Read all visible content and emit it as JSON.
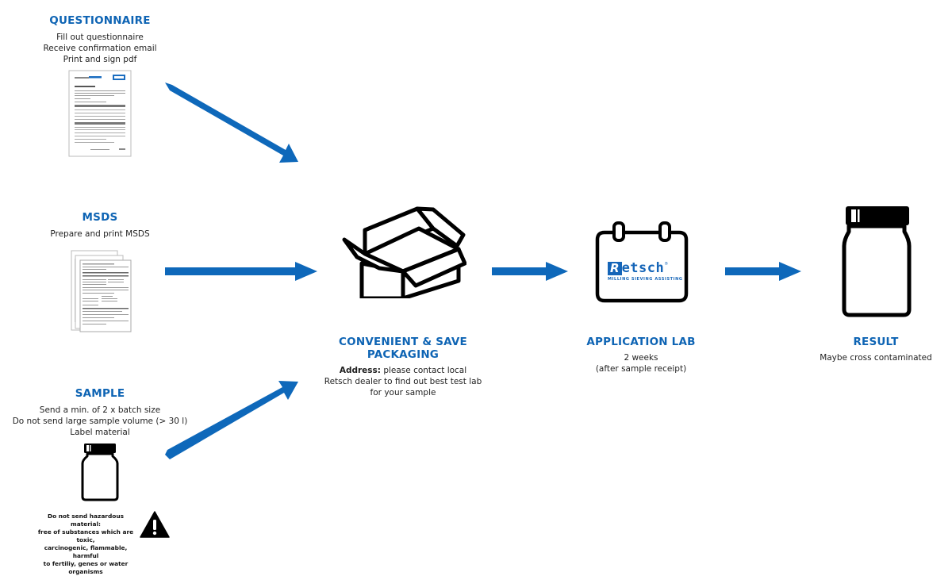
{
  "colors": {
    "accent": "#0e64b4",
    "arrow": "#0e68ba",
    "icon": "#000000"
  },
  "steps": {
    "questionnaire": {
      "title": "QUESTIONNAIRE",
      "lines": [
        "Fill out questionnaire",
        "Receive confirmation email",
        "Print and sign pdf"
      ],
      "icon": "questionnaire-document-icon"
    },
    "msds": {
      "title": "MSDS",
      "lines": [
        "Prepare and print MSDS"
      ],
      "icon": "msds-documents-icon"
    },
    "sample": {
      "title": "SAMPLE",
      "lines": [
        "Send a min. of 2 x batch size",
        "Do not send large sample volume (> 30 l)",
        "Label material"
      ],
      "icon": "sample-jar-icon",
      "warning": {
        "lines": [
          "Do not send hazardous material:",
          "free of substances which are toxic,",
          "carcinogenic, flammable,  harmful",
          "to fertiliy, genes or water organisms"
        ],
        "icon": "warning-triangle-icon"
      }
    },
    "packaging": {
      "title_lines": [
        "CONVENIENT & SAVE",
        "PACKAGING"
      ],
      "address_label": "Address:",
      "address_text": " please contact local",
      "lines": [
        "Retsch dealer to find out best test lab",
        "for your sample"
      ],
      "icon": "open-box-icon"
    },
    "application_lab": {
      "title": "APPLICATION LAB",
      "lines": [
        "2 weeks",
        "(after sample receipt)"
      ],
      "icon": "calendar-icon",
      "logo_text": "Retsch",
      "logo_tagline": "MILLING SIEVING ASSISTING"
    },
    "result": {
      "title": "RESULT",
      "lines": [
        "Maybe cross contaminated"
      ],
      "icon": "result-jar-icon"
    }
  }
}
